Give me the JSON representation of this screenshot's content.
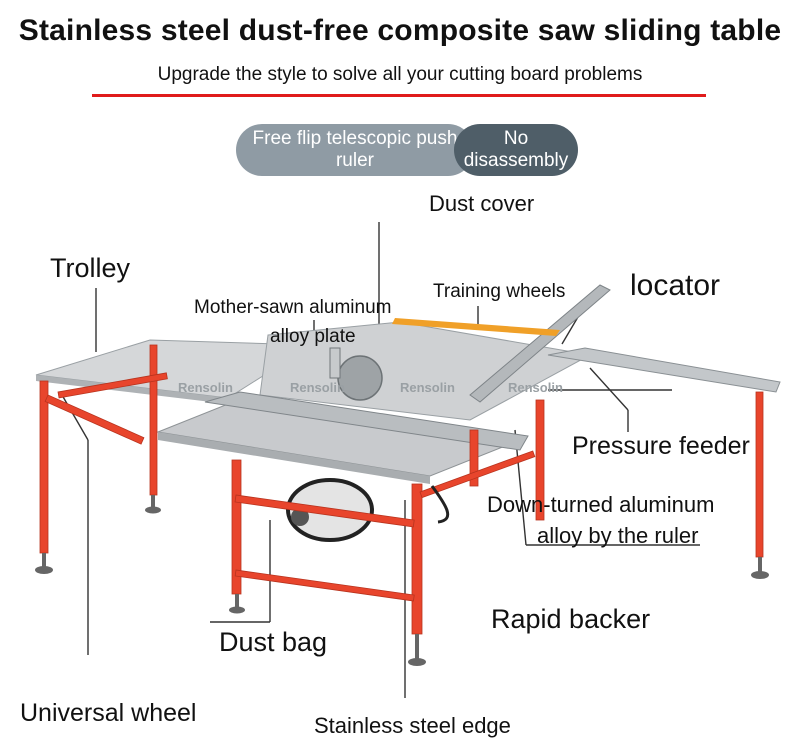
{
  "header": {
    "title": "Stainless steel dust-free composite saw sliding table",
    "subtitle": "Upgrade the style to solve all your cutting board problems"
  },
  "badges": {
    "left": "Free flip telescopic push ruler",
    "right": "No disassembly"
  },
  "callouts": {
    "dust_cover": "Dust cover",
    "trolley": "Trolley",
    "mother_sawn_line1": "Mother-sawn aluminum",
    "mother_sawn_line2": "alloy plate",
    "training_wheels": "Training wheels",
    "locator": "locator",
    "pressure_feeder": "Pressure feeder",
    "down_turned_line1": "Down-turned aluminum",
    "down_turned_line2": "alloy by the ruler",
    "rapid_backer": "Rapid backer",
    "dust_bag": "Dust bag",
    "universal_wheel": "Universal wheel",
    "stainless_edge": "Stainless steel edge"
  },
  "watermark": "Rensolin",
  "colors": {
    "frame": "#e8452c",
    "table_top": "#c9cbcd",
    "rail": "#b7bbbe",
    "accent_line": "#e01b1b",
    "pill_grey": "#8f9ba4",
    "pill_dark": "#4f5e68"
  }
}
